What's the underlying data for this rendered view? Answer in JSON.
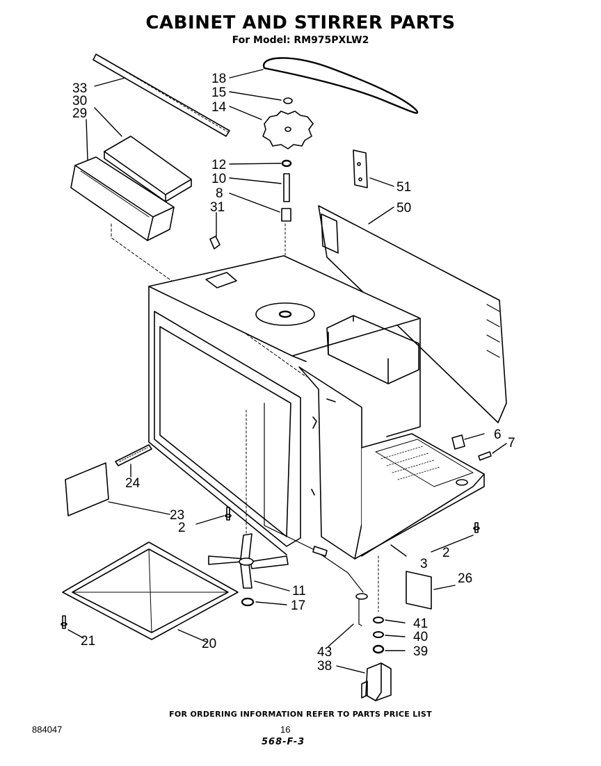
{
  "header": {
    "title": "CABINET AND STIRRER PARTS",
    "subtitle": "For Model: RM975PXLW2"
  },
  "callouts": [
    {
      "id": "c33",
      "label": "33"
    },
    {
      "id": "c30",
      "label": "30"
    },
    {
      "id": "c29",
      "label": "29"
    },
    {
      "id": "c18",
      "label": "18"
    },
    {
      "id": "c15",
      "label": "15"
    },
    {
      "id": "c14",
      "label": "14"
    },
    {
      "id": "c12",
      "label": "12"
    },
    {
      "id": "c10",
      "label": "10"
    },
    {
      "id": "c8",
      "label": "8"
    },
    {
      "id": "c31",
      "label": "31"
    },
    {
      "id": "c51",
      "label": "51"
    },
    {
      "id": "c50",
      "label": "50"
    },
    {
      "id": "c6",
      "label": "6"
    },
    {
      "id": "c7",
      "label": "7"
    },
    {
      "id": "c24",
      "label": "24"
    },
    {
      "id": "c23",
      "label": "23"
    },
    {
      "id": "c2a",
      "label": "2"
    },
    {
      "id": "c2b",
      "label": "2"
    },
    {
      "id": "c3",
      "label": "3"
    },
    {
      "id": "c26",
      "label": "26"
    },
    {
      "id": "c11",
      "label": "11"
    },
    {
      "id": "c17",
      "label": "17"
    },
    {
      "id": "c21",
      "label": "21"
    },
    {
      "id": "c20",
      "label": "20"
    },
    {
      "id": "c43",
      "label": "43"
    },
    {
      "id": "c41",
      "label": "41"
    },
    {
      "id": "c40",
      "label": "40"
    },
    {
      "id": "c39",
      "label": "39"
    },
    {
      "id": "c38",
      "label": "38"
    }
  ],
  "footer": {
    "ordering_note": "FOR ORDERING INFORMATION REFER TO PARTS PRICE LIST",
    "document_number": "884047",
    "page_number": "16",
    "code": "568-F-3"
  }
}
